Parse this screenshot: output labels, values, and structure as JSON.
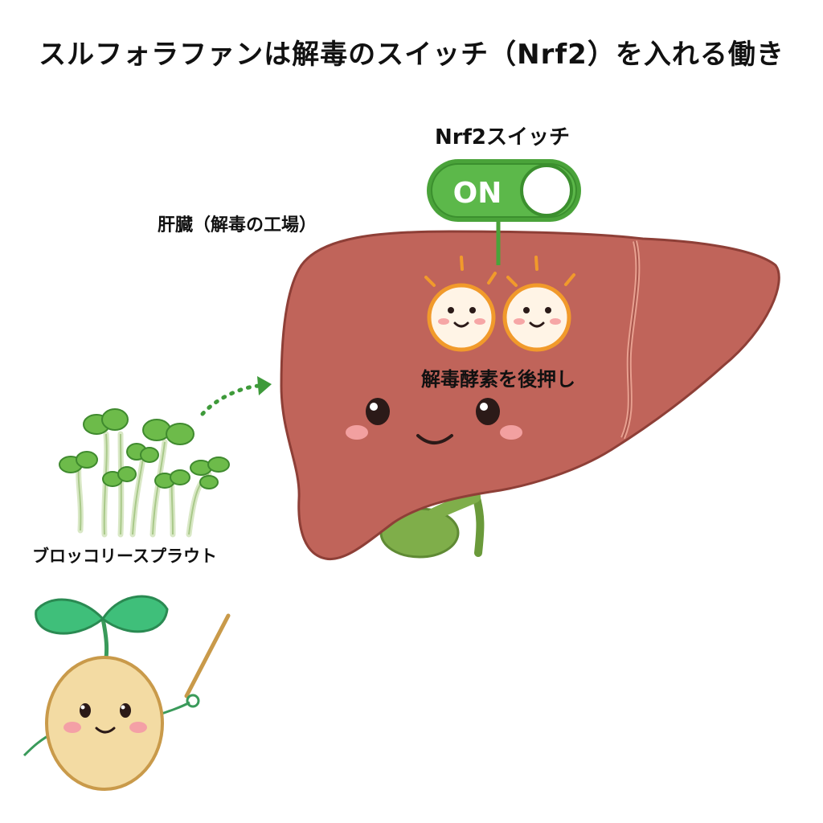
{
  "title": "スルフォラファンは解毒のスイッチ（Nrf2）を入れる働き",
  "switch": {
    "label": "Nrf2スイッチ",
    "state_text": "ON"
  },
  "liver": {
    "label": "肝臓（解毒の工場）"
  },
  "enzymes": {
    "label": "解毒酵素を後押し"
  },
  "sprouts": {
    "label": "ブロッコリースプラウト"
  },
  "colors": {
    "liver": "#c0645a",
    "liver_outline": "#8e3f37",
    "switch_green": "#4aa33a",
    "enzyme_orange": "#f19a2b",
    "leaf_green": "#6dbb4a",
    "gallbladder": "#7fae4a",
    "mascot_body": "#f3dba3",
    "mascot_leaf": "#3fbf7a"
  }
}
